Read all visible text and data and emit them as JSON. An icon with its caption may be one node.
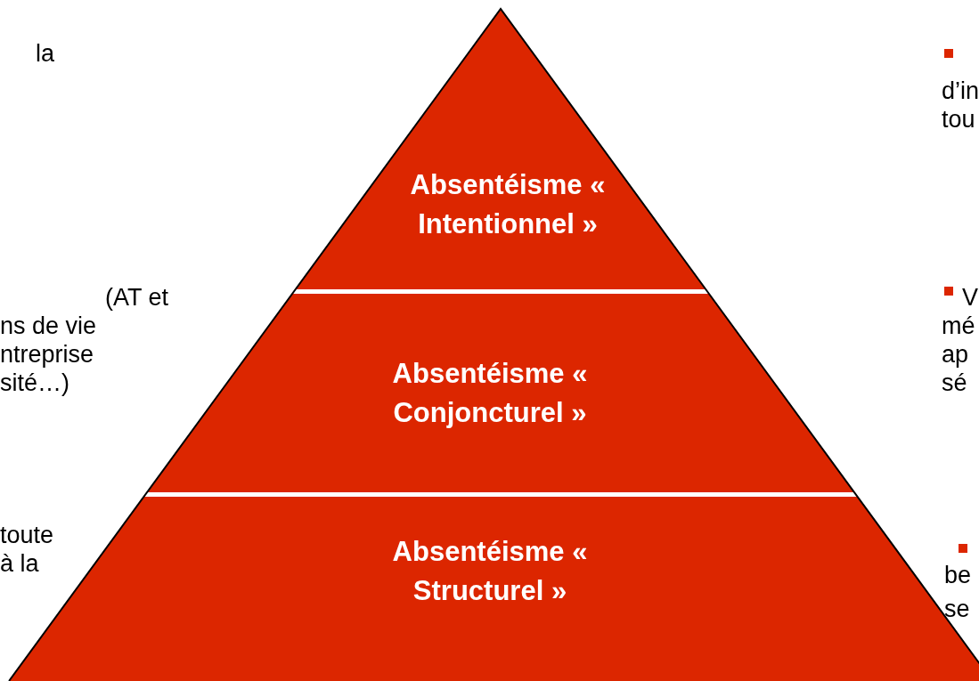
{
  "diagram": {
    "nodes": [
      {
        "text": [
          "Absentéisme « Intentionnel »"
        ]
      },
      {
        "text": [
          "Absentéisme « Conjoncturel »"
        ]
      },
      {
        "text": [
          "Absentéisme « Structurel »"
        ]
      }
    ],
    "labels": [
      "la",
      "(AT et",
      "ns de vie",
      "ntreprise",
      "sité…)",
      "toute",
      "à la",
      "d’in",
      "tou",
      "V",
      "mé",
      "ap",
      "sé",
      "be",
      "se"
    ]
  }
}
